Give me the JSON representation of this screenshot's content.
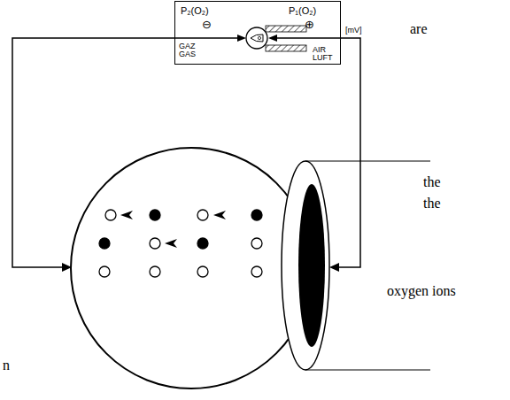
{
  "diagram": {
    "nodes": [
      {
        "text": [
          "P₂(O₂)",
          "⊖",
          "P₁(O₂)",
          "⊕",
          "[mV]",
          "GAZ GAS",
          "AIR LUFT"
        ]
      }
    ],
    "labels": [
      "are",
      "the",
      "the",
      "oxygen ions",
      "n"
    ]
  }
}
